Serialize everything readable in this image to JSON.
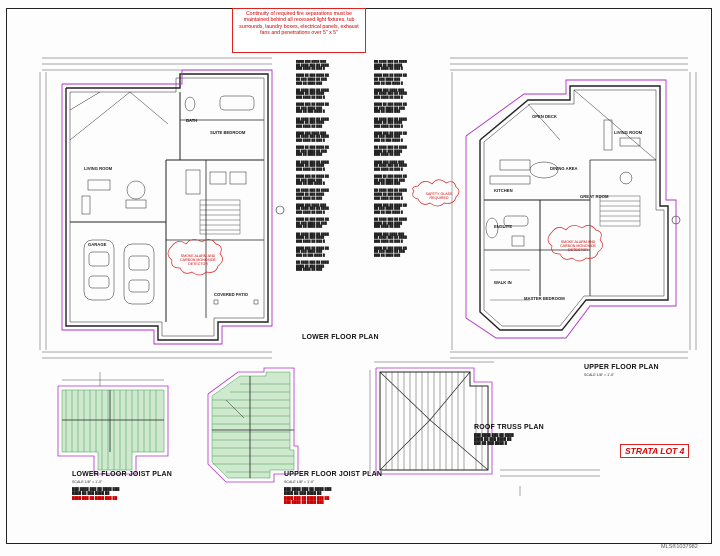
{
  "note": {
    "lines": [
      "Continuity of required fire separations must be",
      "maintained behind all recessed light fixtures, tub",
      "surrounds, laundry boxes, electrical panels, exhaust",
      "fans and penetrations over 5\" x 5\""
    ]
  },
  "titles": {
    "lower_floor_plan": "LOWER FLOOR PLAN",
    "upper_floor_plan": "UPPER FLOOR PLAN",
    "lower_floor_joist_plan": "LOWER FLOOR JOIST PLAN",
    "upper_floor_joist_plan": "UPPER FLOOR JOIST PLAN",
    "roof_truss_plan": "ROOF TRUSS PLAN",
    "strata": "STRATA LOT 4"
  },
  "scales": {
    "upper": "SCALE 1/8\" = 1'-0\"",
    "lower_joist": "SCALE 1/8\" = 1'-0\"",
    "upper_joist": "SCALE 1/8\" = 1'-0\""
  },
  "clouds": {
    "smoke_lower": "SMOKE ALARM AND CARBON MONOXIDE DETECTOR",
    "smoke_upper": "SMOKE ALARM AND CARBON MONOXIDE DETECTOR",
    "safety_glass": "SAFETY GLASS REQUIRED"
  },
  "rooms": {
    "living_room_lower": "LIVING ROOM",
    "garage": "GARAGE",
    "covered_patio": "COVERED PATIO",
    "suite_bedroom": "SUITE BEDROOM",
    "bath": "BATH",
    "kitchen": "KITCHEN",
    "dining_area": "DINING AREA",
    "great_room": "GREAT ROOM",
    "living_room_upper": "LIVING ROOM",
    "walk_in": "WALK IN",
    "master_bedroom": "MASTER BEDROOM",
    "ensuite": "ENSUITE",
    "open_deck": "OPEN DECK"
  },
  "mls": "MLS®1037982",
  "colors": {
    "ink": "#222222",
    "red": "#d22222",
    "magenta": "#b030c8",
    "joist_green": "#3a9a4a",
    "joist_fill": "#cfe9cf"
  }
}
